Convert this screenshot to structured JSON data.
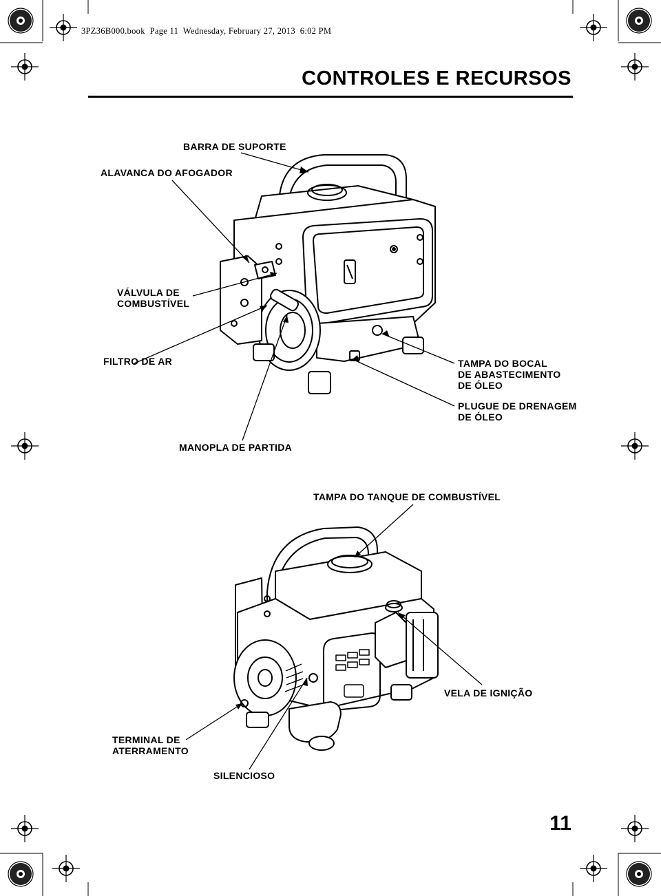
{
  "header": {
    "print_line": "3PZ36B000.book  Page 11  Wednesday, February 27, 2013  6:02 PM"
  },
  "section": {
    "title": "CONTROLES E RECURSOS"
  },
  "callouts_top": {
    "barra_suporte": "BARRA DE SUPORTE",
    "alavanca_afogador": "ALAVANCA DO AFOGADOR",
    "valvula_combustivel": "VÁLVULA DE\nCOMBUSTÍVEL",
    "filtro_ar": "FILTRO DE AR",
    "tampa_bocal": "TAMPA DO BOCAL\nDE ABASTECIMENTO\nDE ÓLEO",
    "plugue_drenagem": "PLUGUE DE DRENAGEM\nDE ÓLEO",
    "manopla_partida": "MANOPLA DE PARTIDA"
  },
  "callouts_bottom": {
    "tampa_tanque": "TAMPA DO TANQUE DE COMBUSTÍVEL",
    "vela_ignicao": "VELA DE IGNIÇÃO",
    "terminal_aterramento": "TERMINAL DE\nATERRAMENTO",
    "silencioso": "SILENCIOSO"
  },
  "footer": {
    "page_number": "11"
  }
}
